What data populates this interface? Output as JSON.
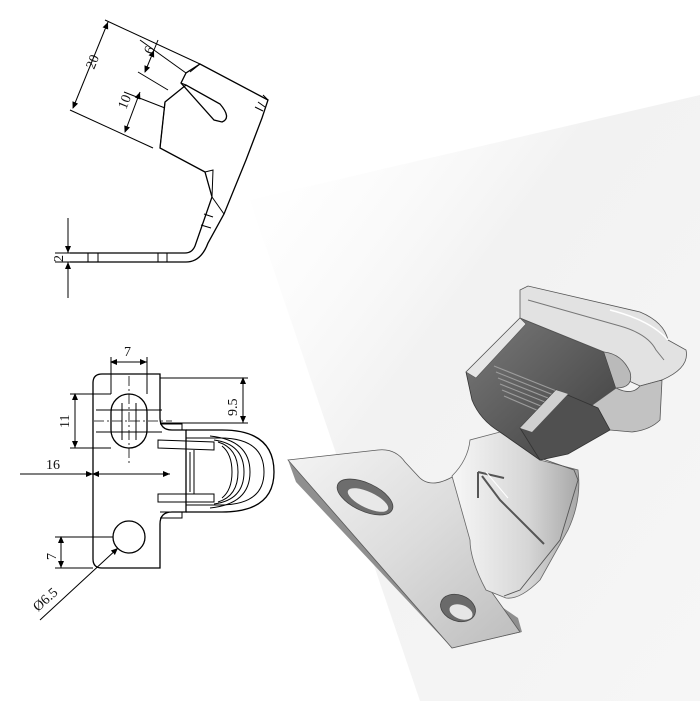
{
  "side_view": {
    "dims": {
      "overall": "20",
      "top_gap": "6",
      "slot": "10",
      "thickness": "2"
    }
  },
  "plan_view": {
    "dims": {
      "slot_width": "7",
      "slot_length": "11",
      "offset_right": "9.5",
      "slot_to_clip": "16",
      "hole_offset": "7",
      "hole_dia": "Ø6.5"
    }
  },
  "iso_view": {
    "arrow_marking": "up-arrow"
  }
}
